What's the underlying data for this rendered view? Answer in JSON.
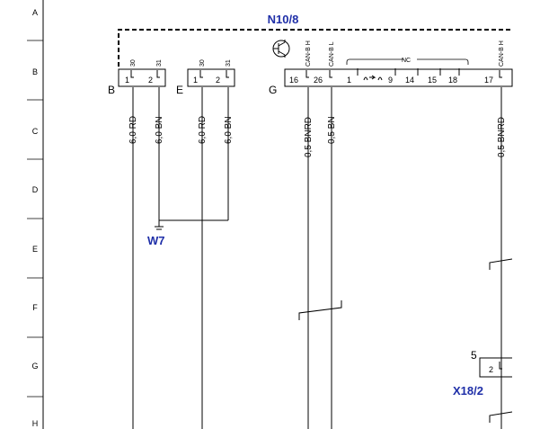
{
  "row_labels": [
    "A",
    "B",
    "C",
    "D",
    "E",
    "F",
    "G",
    "H"
  ],
  "module": {
    "name": "N10/8",
    "group_labels": [
      "B",
      "E",
      "G"
    ],
    "pin_numbers": [
      "1",
      "2",
      "1",
      "2",
      "16",
      "26",
      "1",
      "9",
      "14",
      "15",
      "18",
      "17"
    ],
    "pin_functions": [
      "30",
      "31",
      "30",
      "31",
      "CAN-B H",
      "CAN-B L",
      "CAN-B H"
    ],
    "nc_label": "NC"
  },
  "wires": [
    "6,0 RD",
    "6,0 BN",
    "6,0 RD",
    "6,0 BN",
    "0,5 BNRD",
    "0,5 BN",
    "0,5 BNRD"
  ],
  "ground_point": "W7",
  "connector": {
    "name": "X18/2",
    "pin_big": "5",
    "pin_small": "2"
  }
}
